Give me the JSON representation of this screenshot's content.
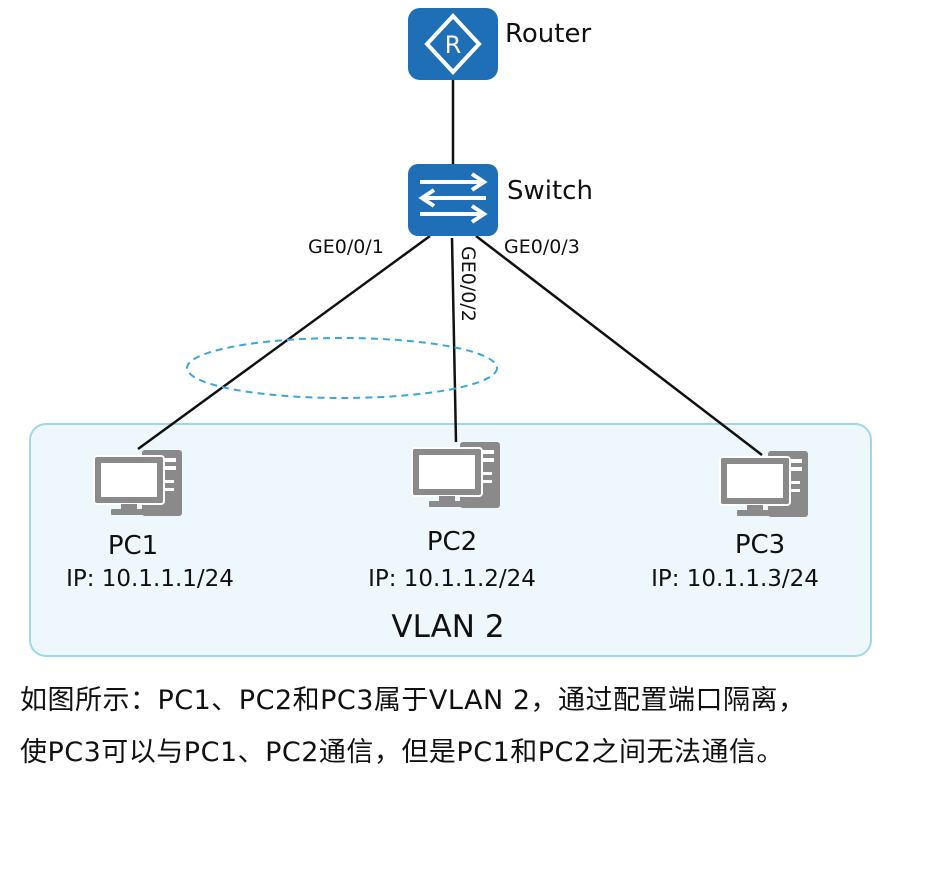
{
  "devices": {
    "router": {
      "label": "Router"
    },
    "switch": {
      "label": "Switch"
    }
  },
  "ports": {
    "p1": "GE0/0/1",
    "p2": "GE0/0/2",
    "p3": "GE0/0/3"
  },
  "pcs": [
    {
      "name": "PC1",
      "ip": "IP: 10.1.1.1/24"
    },
    {
      "name": "PC2",
      "ip": "IP: 10.1.1.2/24"
    },
    {
      "name": "PC3",
      "ip": "IP: 10.1.1.3/24"
    }
  ],
  "vlan": {
    "label": "VLAN 2"
  },
  "caption": {
    "line1": "如图所示：PC1、PC2和PC3属于VLAN  2，通过配置端口隔离，",
    "line2": "使PC3可以与PC1、PC2通信，但是PC1和PC2之间无法通信。"
  },
  "colors": {
    "device_blue": "#1e6fb5",
    "vlan_fill": "#eef7fb",
    "vlan_border": "#9fd6ea",
    "isolation_ring": "#3aa7dc",
    "pc_gray": "#8a8a8a"
  }
}
